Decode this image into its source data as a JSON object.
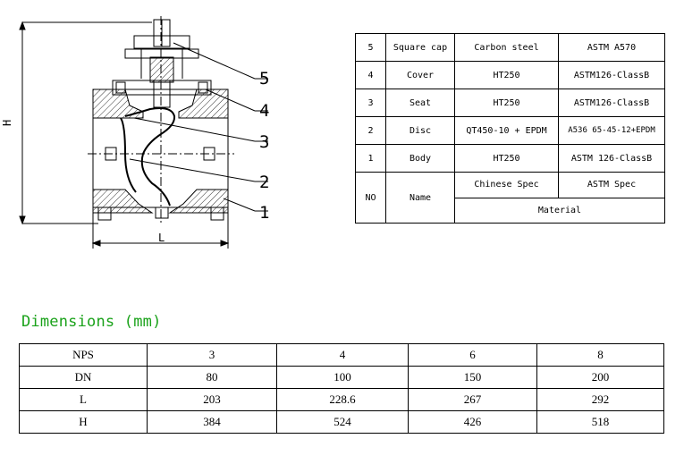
{
  "drawing": {
    "labels": {
      "height": "H",
      "length": "L"
    },
    "callouts": [
      "5",
      "4",
      "3",
      "2",
      "1"
    ]
  },
  "parts_table": {
    "rows": [
      {
        "no": "5",
        "name": "Square cap",
        "chinese": "Carbon steel",
        "astm": "ASTM A570"
      },
      {
        "no": "4",
        "name": "Cover",
        "chinese": "HT250",
        "astm": "ASTM126-ClassB"
      },
      {
        "no": "3",
        "name": "Seat",
        "chinese": "HT250",
        "astm": "ASTM126-ClassB"
      },
      {
        "no": "2",
        "name": "Disc",
        "chinese": "QT450-10 + EPDM",
        "astm": "A536 65-45-12+EPDM"
      },
      {
        "no": "1",
        "name": "Body",
        "chinese": "HT250",
        "astm": "ASTM 126-ClassB"
      }
    ],
    "header": {
      "no": "NO",
      "name": "Name",
      "chinese": "Chinese Spec",
      "astm": "ASTM Spec",
      "material": "Material"
    }
  },
  "dimensions": {
    "title": "Dimensions (mm)",
    "header": [
      "NPS",
      "3",
      "4",
      "6",
      "8"
    ],
    "rows": [
      [
        "DN",
        "80",
        "100",
        "150",
        "200"
      ],
      [
        "L",
        "203",
        "228.6",
        "267",
        "292"
      ],
      [
        "H",
        "384",
        "524",
        "426",
        "518"
      ]
    ]
  }
}
